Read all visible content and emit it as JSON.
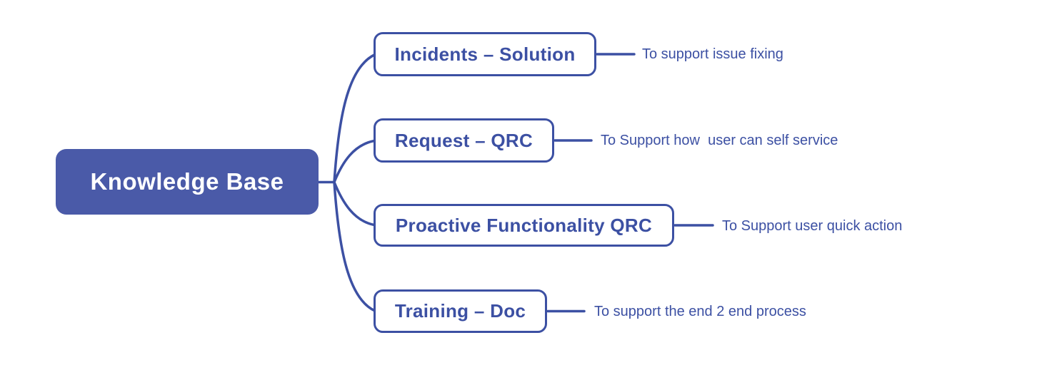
{
  "diagram": {
    "root": {
      "label": "Knowledge Base"
    },
    "children": [
      {
        "label": "Incidents – Solution",
        "note": "To support issue fixing"
      },
      {
        "label": "Request – QRC",
        "note": "To Support how  user can self service"
      },
      {
        "label": "Proactive Functionality QRC",
        "note": "To Support user quick action"
      },
      {
        "label": "Training – Doc",
        "note": "To support the end 2 end process"
      }
    ],
    "colors": {
      "accent": "#3c50a3",
      "root_fill": "#4a5aa8",
      "root_text": "#ffffff",
      "background": "#ffffff"
    }
  }
}
